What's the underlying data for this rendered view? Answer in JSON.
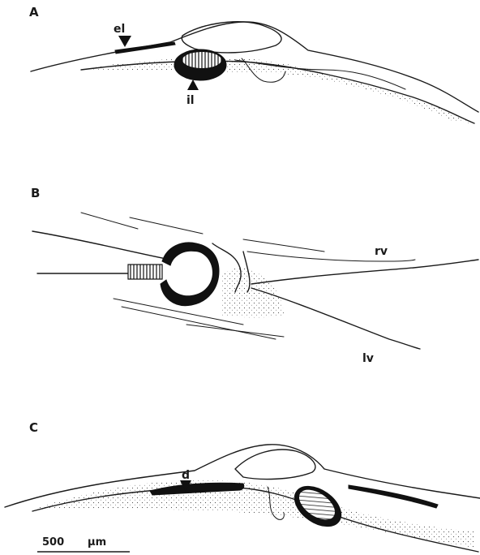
{
  "panels": [
    {
      "letter": "A",
      "labels": [
        "el",
        "il"
      ]
    },
    {
      "letter": "B",
      "labels": [
        "rv",
        "lv"
      ]
    },
    {
      "letter": "C",
      "labels": [
        "d"
      ]
    }
  ],
  "scale_bar": {
    "value": "500",
    "unit": "µm"
  },
  "colors": {
    "ink": "#1a1a1a",
    "background": "#ffffff"
  }
}
